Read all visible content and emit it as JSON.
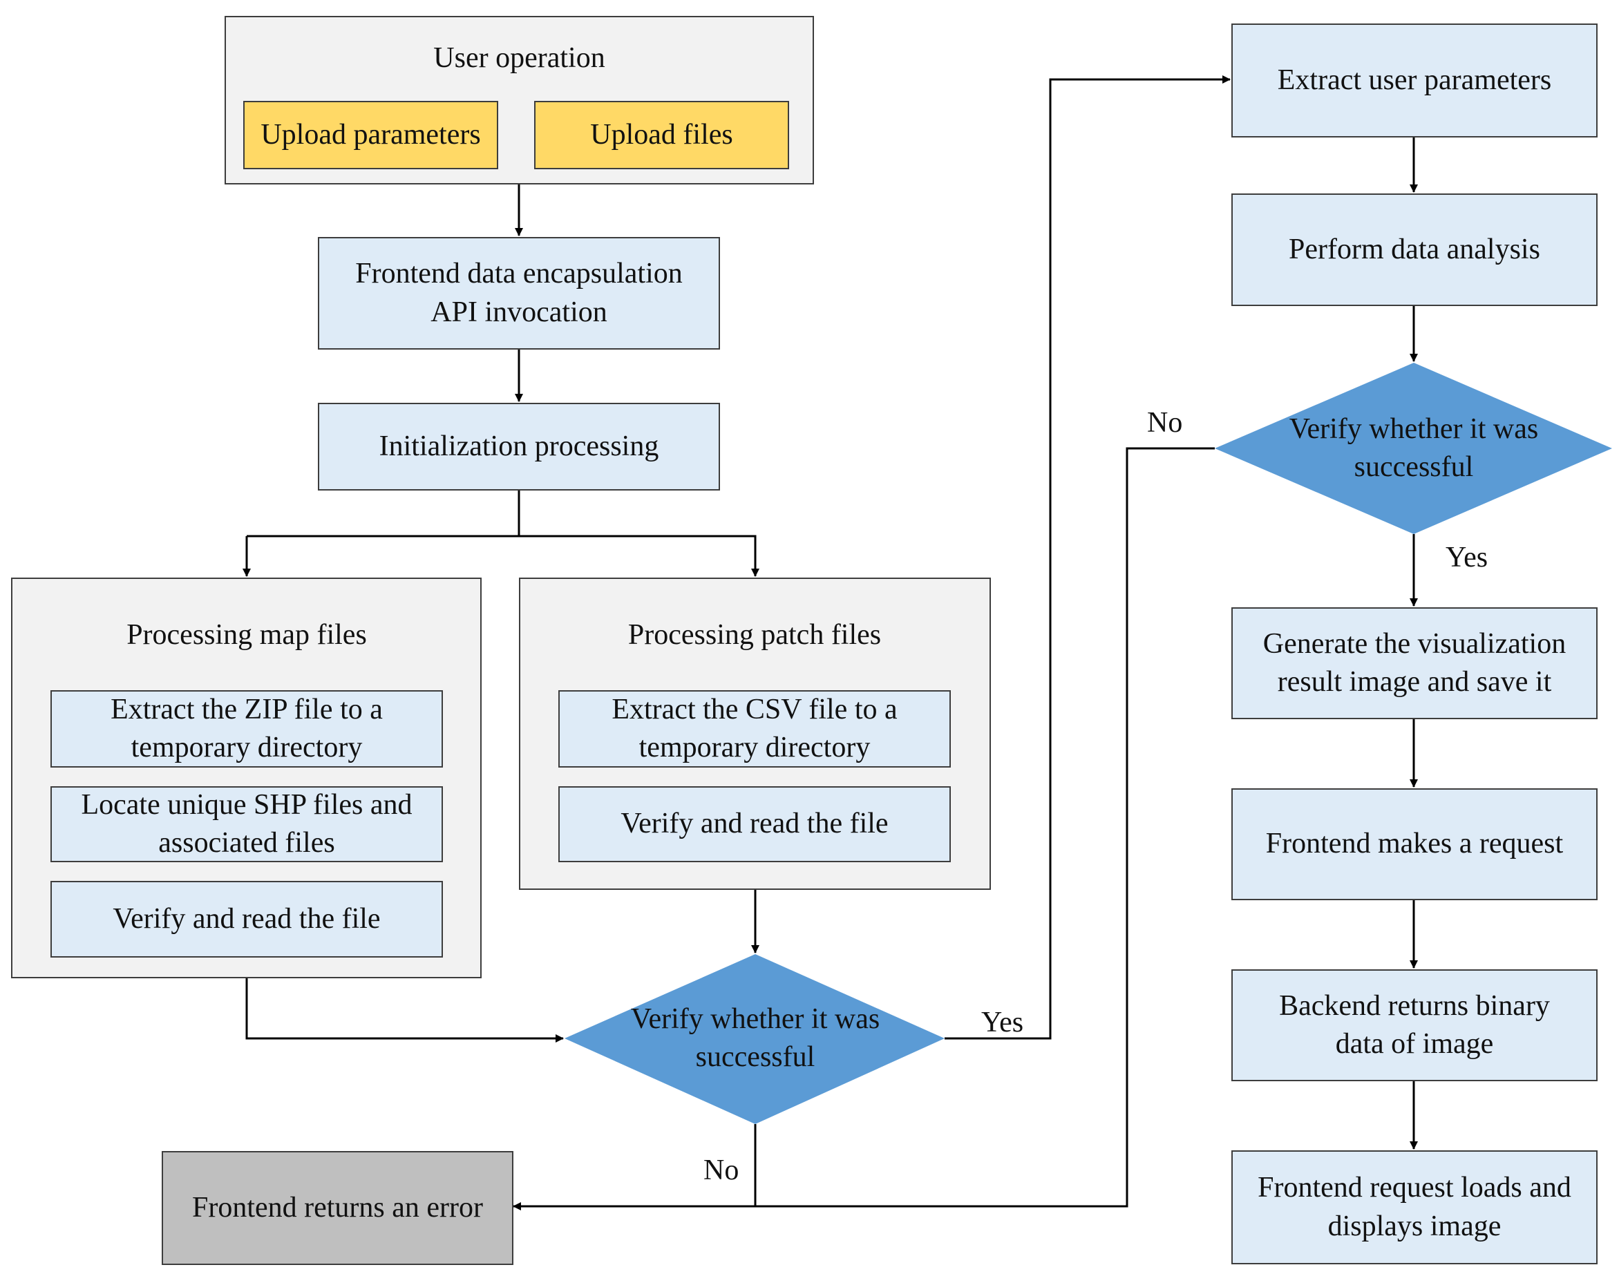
{
  "nodes": {
    "user_operation": "User operation",
    "upload_parameters": "Upload parameters",
    "upload_files": "Upload files",
    "frontend_encapsulation": "Frontend data encapsulation\nAPI invocation",
    "initialization": "Initialization processing",
    "map_files": {
      "title": "Processing map files",
      "step1": "Extract the ZIP file to a\ntemporary directory",
      "step2": "Locate unique SHP files and\nassociated files",
      "step3": "Verify and read the file"
    },
    "patch_files": {
      "title": "Processing patch files",
      "step1": "Extract the CSV file to a\ntemporary directory",
      "step2": "Verify and read the file"
    },
    "verify_1": "Verify whether it was\nsuccessful",
    "frontend_error": "Frontend returns an error",
    "extract_user_params": "Extract user parameters",
    "perform_analysis": "Perform data analysis",
    "verify_2": "Verify whether it was\nsuccessful",
    "generate_image": "Generate the visualization\nresult image and save it",
    "frontend_request": "Frontend makes a request",
    "backend_returns": "Backend returns binary\ndata of image",
    "frontend_loads": "Frontend request loads and\ndisplays image"
  },
  "edge_labels": {
    "verify1_yes": "Yes",
    "verify1_no": "No",
    "verify2_yes": "Yes",
    "verify2_no": "No"
  },
  "colors": {
    "process_fill": "#deebf7",
    "input_fill": "#ffd966",
    "panel_fill": "#f2f2f2",
    "decision_fill": "#5b9bd5",
    "error_fill": "#bfbfbf",
    "stroke": "#3d3d3d"
  }
}
